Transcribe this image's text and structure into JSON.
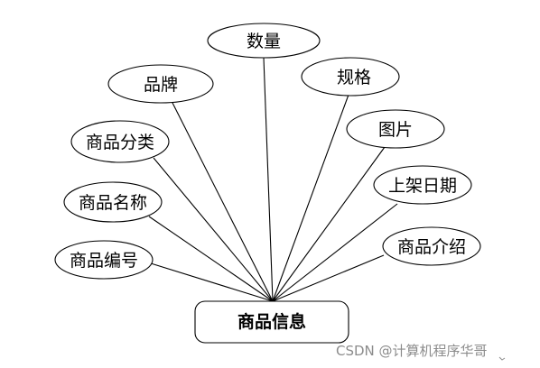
{
  "diagram": {
    "entity": {
      "label": "商品信息"
    },
    "attributes": [
      {
        "key": "quantity",
        "label": "数量"
      },
      {
        "key": "brand",
        "label": "品牌"
      },
      {
        "key": "spec",
        "label": "规格"
      },
      {
        "key": "category",
        "label": "商品分类"
      },
      {
        "key": "image",
        "label": "图片"
      },
      {
        "key": "name",
        "label": "商品名称"
      },
      {
        "key": "listing_date",
        "label": "上架日期"
      },
      {
        "key": "number",
        "label": "商品编号"
      },
      {
        "key": "intro",
        "label": "商品介绍"
      }
    ]
  },
  "watermark": {
    "text": "CSDN @计算机程序华哥"
  }
}
